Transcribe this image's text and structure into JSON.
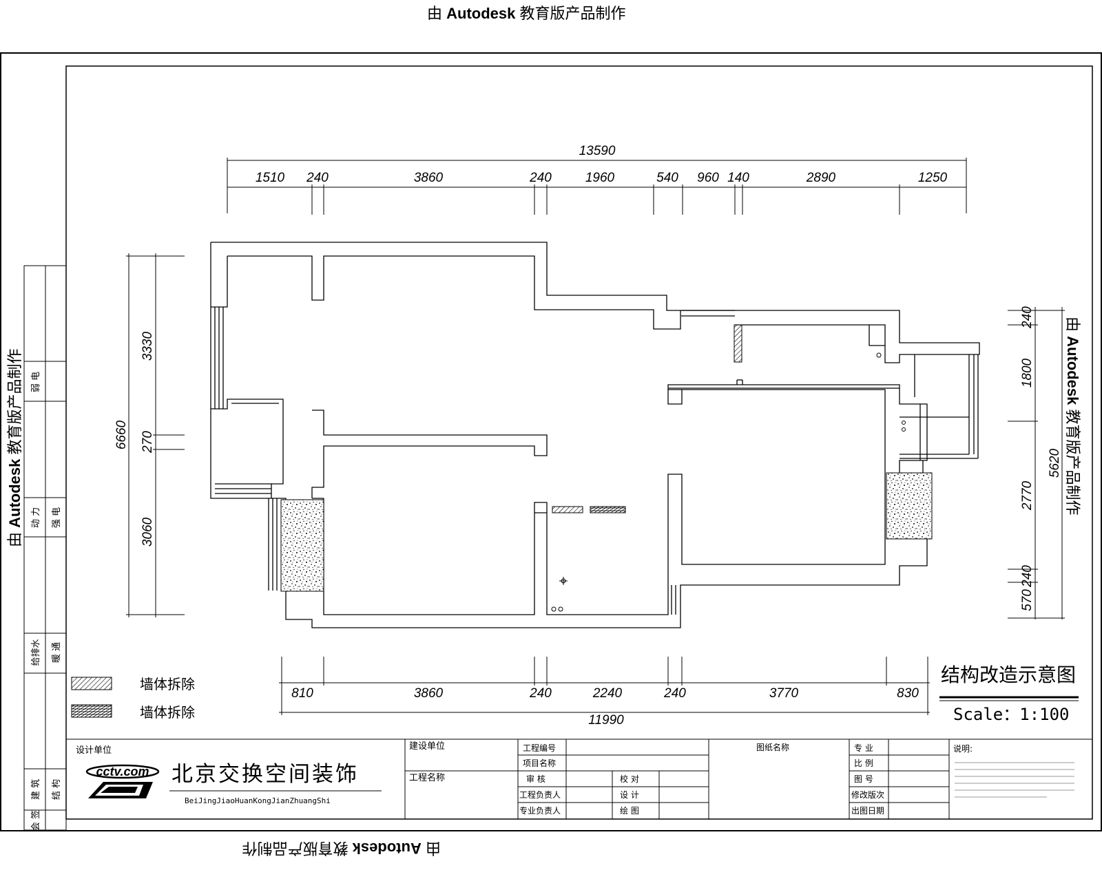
{
  "watermark": {
    "prefix": "由 ",
    "brand": "Autodesk",
    "suffix": " 教育版产品制作"
  },
  "dims_top": {
    "total": "13590",
    "segments": [
      "1510",
      "240",
      "3860",
      "240",
      "1960",
      "540",
      "960",
      "140",
      "2890",
      "1250"
    ]
  },
  "dims_bottom": {
    "total": "11990",
    "segments": [
      "810",
      "3860",
      "240",
      "2240",
      "240",
      "3770",
      "830"
    ]
  },
  "dims_left": {
    "total": "6660",
    "segments": [
      "3330",
      "270",
      "3060"
    ]
  },
  "dims_right": {
    "total": "5620",
    "segments": [
      "240",
      "1800",
      "2770",
      "240",
      "570"
    ]
  },
  "legend": [
    {
      "label": "墙体拆除"
    },
    {
      "label": "墙体拆除"
    }
  ],
  "drawing_title": "结构改造示意图",
  "scale_text": "Scale：1:100",
  "sidebar": {
    "labels": [
      "弱 电",
      "动 力",
      "强 电",
      "给排水",
      "暖 通",
      "建 筑",
      "结 构",
      "会 签"
    ]
  },
  "title_block": {
    "design_unit": "设计单位",
    "company_name": "北京交换空间装饰",
    "company_pinyin": "BeiJingJiaoHuanKongJianZhuangShi",
    "logo_text": "cctv.com",
    "build_unit": "建设单位",
    "project_name": "工程名称",
    "project_no": "工程编号",
    "item_name": "项目名称",
    "review": "审 核",
    "proofread": "校 对",
    "project_lead": "工程负责人",
    "design": "设 计",
    "discipline_lead": "专业负责人",
    "drawing": "绘 图",
    "sheet_name": "图纸名称",
    "discipline": "专 业",
    "ratio": "比 例",
    "sheet_no": "图 号",
    "revision": "修改版次",
    "issue_date": "出图日期",
    "notes_title": "说明:"
  }
}
